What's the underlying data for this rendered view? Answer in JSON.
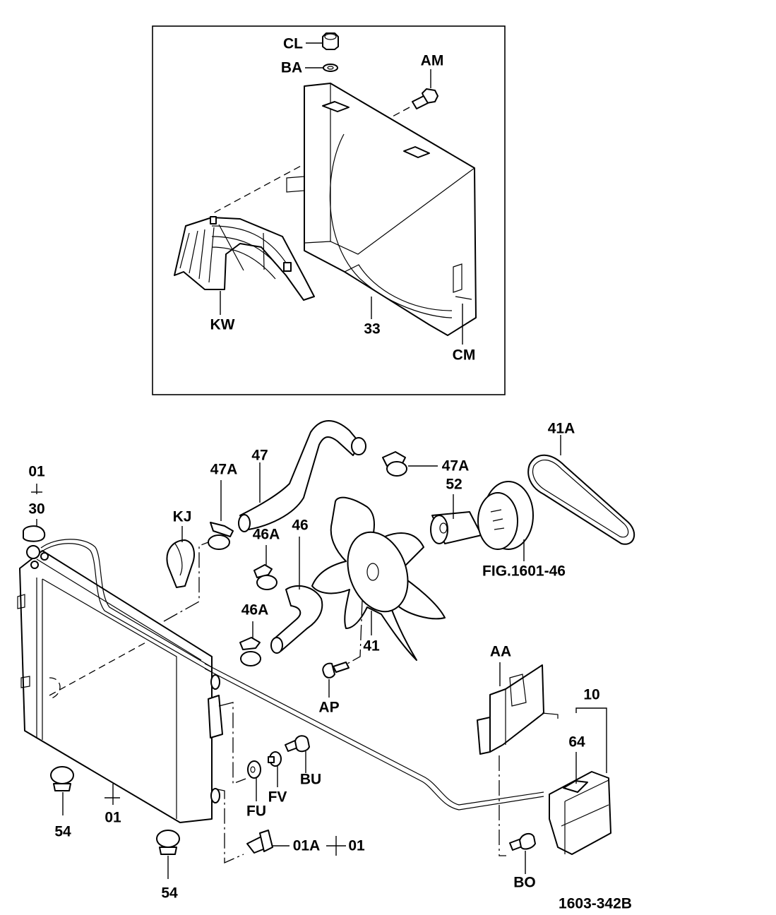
{
  "figure_id": "1603-342B",
  "inset": {
    "labels": {
      "CL": "CL",
      "BA": "BA",
      "AM": "AM",
      "KW": "KW",
      "33": "33",
      "CM": "CM"
    }
  },
  "main": {
    "labels": {
      "top01": "01",
      "30": "30",
      "KJ": "KJ",
      "47A_left": "47A",
      "47": "47",
      "47A_right": "47A",
      "52": "52",
      "41A": "41A",
      "46A_upper": "46A",
      "46": "46",
      "46A_lower": "46A",
      "fig_ref": "FIG.1601-46",
      "41": "41",
      "AP": "AP",
      "AA": "AA",
      "10": "10",
      "64": "64",
      "BU": "BU",
      "FV": "FV",
      "FU": "FU",
      "54_left": "54",
      "01_bottom": "01",
      "54_right": "54",
      "01A": "01A",
      "01_right": "01",
      "BO": "BO"
    }
  },
  "parts": [
    {
      "callout": "01",
      "description": "radiator"
    },
    {
      "callout": "30",
      "description": "radiator cap"
    },
    {
      "callout": "33",
      "description": "fan shroud"
    },
    {
      "callout": "41",
      "description": "cooling fan"
    },
    {
      "callout": "41A",
      "description": "drive belt"
    },
    {
      "callout": "46",
      "description": "lower hose"
    },
    {
      "callout": "46A",
      "description": "hose clamp"
    },
    {
      "callout": "47",
      "description": "upper hose"
    },
    {
      "callout": "47A",
      "description": "hose clamp"
    },
    {
      "callout": "52",
      "description": "fan spacer"
    },
    {
      "callout": "54",
      "description": "rubber mount"
    },
    {
      "callout": "10",
      "description": "reservoir tank"
    },
    {
      "callout": "64",
      "description": "reservoir cap"
    }
  ]
}
